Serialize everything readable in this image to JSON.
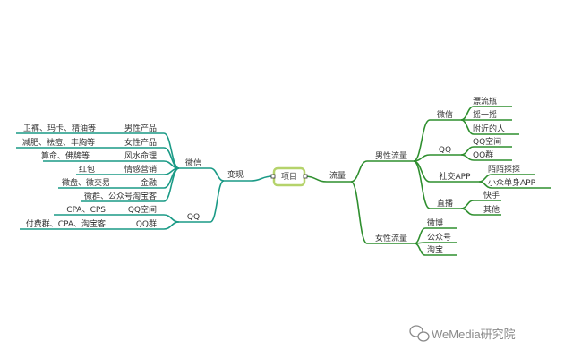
{
  "root": "项目",
  "colors": {
    "left_branch": "#1a9a86",
    "right_branch": "#2f8f2f",
    "root_border": "#b5d36b"
  },
  "left": {
    "label": "变现",
    "weixin": {
      "label": "微信",
      "items": [
        {
          "category": "男性产品",
          "detail": "卫裤、玛卡、精油等"
        },
        {
          "category": "女性产品",
          "detail": "减肥、祛痘、丰胸等"
        },
        {
          "category": "风水命理",
          "detail": "算命、佛牌等"
        },
        {
          "category": "情感营销",
          "detail": "红包"
        },
        {
          "category": "金融",
          "detail": "微盘、微交易"
        },
        {
          "category": "微群、公众号淘宝客",
          "detail": ""
        }
      ]
    },
    "qq": {
      "label": "QQ",
      "items": [
        {
          "category": "QQ空间",
          "detail": "CPA、CPS"
        },
        {
          "category": "QQ群",
          "detail": "付费群、CPA、淘宝客"
        }
      ]
    }
  },
  "right": {
    "label": "流量",
    "male": {
      "label": "男性流量",
      "groups": [
        {
          "label": "微信",
          "items": [
            "漂流瓶",
            "摇一摇",
            "附近的人"
          ]
        },
        {
          "label": "QQ",
          "items": [
            "QQ空间",
            "QQ群"
          ]
        },
        {
          "label": "社交APP",
          "items": [
            "陌陌探探",
            "小众单身APP"
          ]
        },
        {
          "label": "直播",
          "items": [
            "快手",
            "其他"
          ]
        }
      ]
    },
    "female": {
      "label": "女性流量",
      "items": [
        "微博",
        "公众号",
        "淘宝"
      ]
    }
  },
  "watermark": "WeMedia研究院"
}
